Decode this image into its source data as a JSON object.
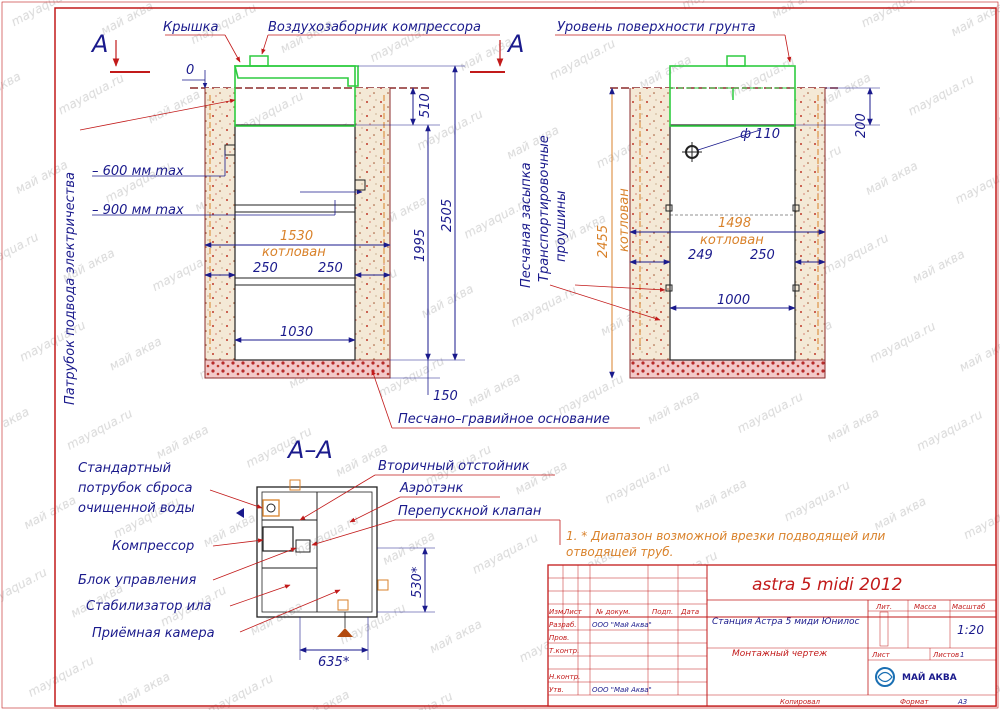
{
  "section_markers": {
    "a_left": "А",
    "a_right": "А",
    "section_title": "А–А"
  },
  "labels": {
    "lid": "Крышка",
    "air_intake": "Воздухозаборник компрессора",
    "ground_level": "Уровень поверхности грунта",
    "zero": "0",
    "power_pipe": "Патрубок подвода электричества",
    "inlet_600": "– 600 мм max",
    "inlet_900": "– 900 мм max",
    "sand_fill": "Песчаная засыпка",
    "lifting_eyes_1": "Транспортировочные",
    "lifting_eyes_2": "проушины",
    "pipe_d110": "ф 110",
    "gravel_base": "Песчано–гравийное основание"
  },
  "dimensions": {
    "pit_width_left": "1530",
    "pit_word_left": "котлован",
    "d250_l1": "250",
    "d250_l2": "250",
    "d1030": "1030",
    "d510": "510",
    "d1995": "1995",
    "d2505": "2505",
    "d150": "150",
    "pit_width_right": "1498",
    "pit_word_right": "котлован",
    "d249": "249",
    "d250_r": "250",
    "d1000": "1000",
    "d2455": "2455",
    "pit_word_vertical": "котлован",
    "d200": "200",
    "d530": "530*",
    "d635": "635*"
  },
  "plan_labels": {
    "outlet_1": "Стандартный",
    "outlet_2": "потрубок сброса",
    "outlet_3": "очищенной воды",
    "compressor": "Компрессор",
    "control": "Блок управления",
    "sludge": "Стабилизатор ила",
    "receiving": "Приёмная камера",
    "secondary": "Вторичный отстойник",
    "aerotank": "Аэротэнк",
    "bypass": "Перепускной клапан"
  },
  "note": {
    "line1": "1. * Диапазон возможной врезки подводящей или",
    "line2": "отводящей труб."
  },
  "title_block": {
    "title": "astra 5 midi  2012",
    "product": "Станция Астра 5 миди Юнилос",
    "drawing_type": "Монтажный чертеж",
    "company": "МАЙ АКВА",
    "scale": "1:20",
    "sheet_num": "1",
    "h_izm": "Изм.",
    "h_list": "Лист",
    "h_doc": "№ докум.",
    "h_sign": "Подп.",
    "h_date": "Дата",
    "r_razrab": "Разраб.",
    "r_prov": "Пров.",
    "r_tkontr": "Т.контр.",
    "r_nkontr": "Н.контр.",
    "r_utv": "Утв.",
    "razrab_name": "ООО \"Май Аква\"",
    "utv_name": "ООО \"Май Аква\"",
    "h_lit": "Лит.",
    "h_mass": "Масса",
    "h_scale": "Масштаб",
    "h_sheet": "Лист",
    "h_sheets": "Листов",
    "copied": "Копировал",
    "format_label": "Формат",
    "format_val": "А3"
  },
  "watermark": {
    "a": "mayaqua.ru",
    "b": "май аква"
  },
  "colors": {
    "blue": "#1a1a8c",
    "red": "#c21a1a",
    "orange": "#d9822b",
    "green": "#2ecc40",
    "sand": "#f3e7d2"
  }
}
